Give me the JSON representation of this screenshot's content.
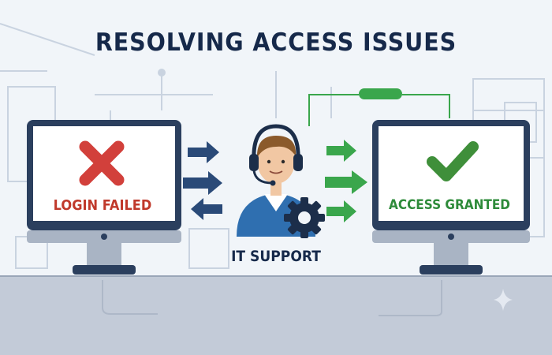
{
  "title": "RESOLVING ACCESS ISSUES",
  "left_monitor": {
    "label": "LOGIN FAILED",
    "status_icon": "red-x-icon",
    "color": "#c0392b"
  },
  "right_monitor": {
    "label": "ACCESS GRANTED",
    "status_icon": "green-check-icon",
    "color": "#2e8b3a"
  },
  "agent": {
    "label": "IT SUPPORT",
    "icons": [
      "headset-icon",
      "gear-icon"
    ]
  },
  "colors": {
    "navy": "#16294a",
    "agent_blue": "#2f6fb0",
    "arrow_navy": "#2a4a78",
    "arrow_green": "#3aa64c",
    "floor": "#c3cbd8"
  },
  "decor_icons": [
    "sparkle-icon"
  ]
}
